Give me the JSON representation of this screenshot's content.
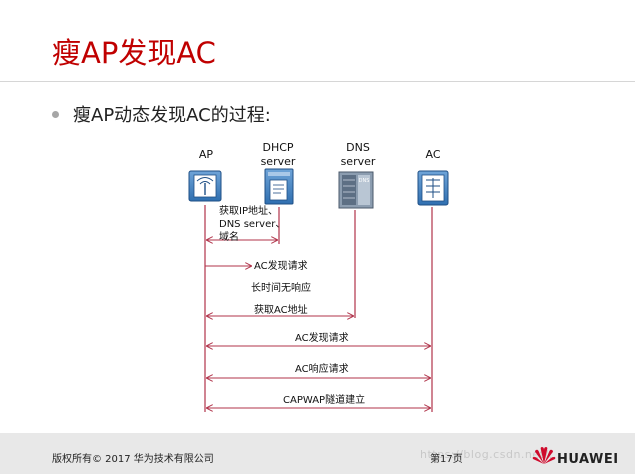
{
  "slide": {
    "title": "瘦AP发现AC",
    "bullet": "瘦AP动态发现AC的过程:"
  },
  "nodes": {
    "ap": {
      "label": "AP"
    },
    "dhcp": {
      "line1": "DHCP",
      "line2": "server"
    },
    "dns": {
      "line1": "DNS",
      "line2": "server"
    },
    "ac": {
      "label": "AC"
    },
    "dns_badge": "DNS"
  },
  "messages": {
    "m1_line1": "获取IP地址、",
    "m1_line2": "DNS server、",
    "m1_line3": "域名",
    "m2": "AC发现请求",
    "m3": "长时间无响应",
    "m4": "获取AC地址",
    "m5": "AC发现请求",
    "m6": "AC响应请求",
    "m7": "CAPWAP隧道建立"
  },
  "footer": {
    "copyright": "版权所有© 2017 华为技术有限公司",
    "page": "第17页",
    "watermark": "https://blog.csdn.net/...",
    "logo": "HUAWEI"
  },
  "colors": {
    "title": "#c00000",
    "lifeline": "#b0334a",
    "icon_blue": "#2f6fb0"
  }
}
